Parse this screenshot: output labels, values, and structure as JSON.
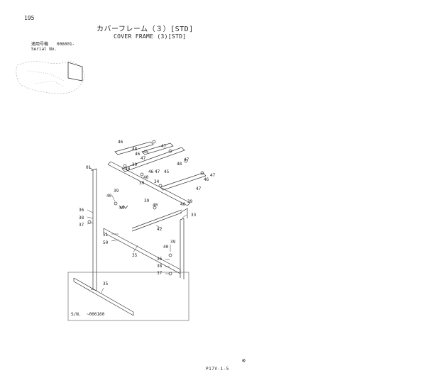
{
  "page_number": "195",
  "title_jp": "カバーフレーム（３）[STD]",
  "title_en": "COVER FRAME (3)[STD]",
  "serial": {
    "label_jp": "適用号機",
    "value": "006001-",
    "label_en": "Serial No."
  },
  "inset": {
    "sn_label": "S/N.",
    "sn_value": "~006160",
    "part": "35"
  },
  "figure_code": "P17V-1-5",
  "symbol": "⊗",
  "callouts": {
    "c46a": "46",
    "c47a": "47",
    "c48a": "48",
    "c45a": "45",
    "c46b": "46",
    "c47b": "47",
    "c39a": "39",
    "c40a": "40",
    "c01": "01",
    "c47c": "47",
    "c48b": "48",
    "c46c": "46",
    "c47d": "47",
    "c45b": "45",
    "c34": "34",
    "c40b": "40",
    "c39b": "39",
    "c47e": "47",
    "c46d": "46",
    "c47f": "47",
    "c39c": "39",
    "c40c": "40",
    "c40d": "40",
    "c39d": "39",
    "c49": "49",
    "c39e": "39",
    "c40e": "40",
    "c33": "33",
    "c36a": "36",
    "c38a": "38",
    "c37a": "37",
    "c42": "42",
    "c51": "51",
    "c50": "50",
    "c40f": "40",
    "c39f": "39",
    "c35": "35",
    "c36b": "36",
    "c38b": "38",
    "c37b": "37"
  }
}
